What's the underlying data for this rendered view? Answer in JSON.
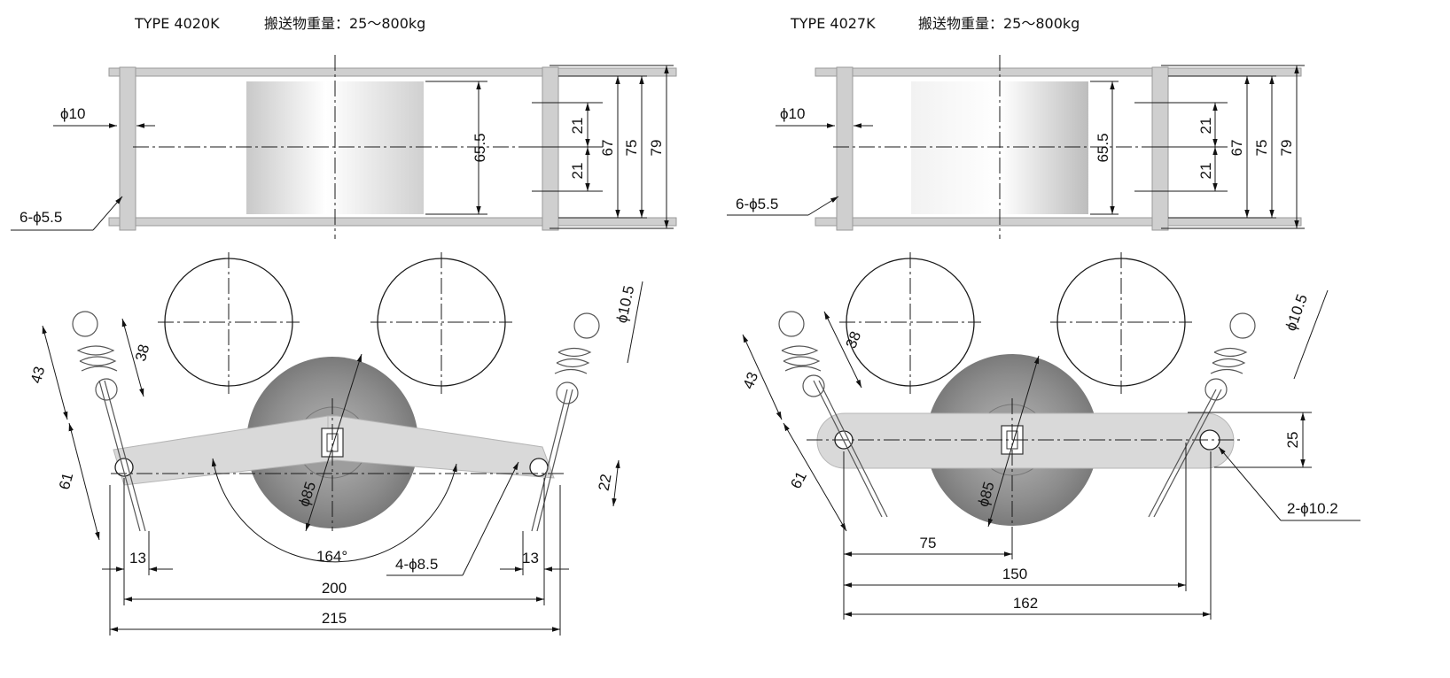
{
  "left": {
    "title_type": "TYPE 4020K",
    "title_load": "搬送物重量：25〜800kg",
    "top": {
      "phi10": "ϕ10",
      "hole6": "6-ϕ5.5",
      "d655": "65.5",
      "d21a": "21",
      "d21b": "21",
      "d67": "67",
      "d75": "75",
      "d79": "79"
    },
    "bottom": {
      "d43": "43",
      "d38": "38",
      "d61": "61",
      "phi105": "ϕ10.5",
      "d22": "22",
      "phi85": "ϕ85",
      "angle": "164°",
      "hole4": "4-ϕ8.5",
      "d13a": "13",
      "d13b": "13",
      "d200": "200",
      "d215": "215"
    }
  },
  "right": {
    "title_type": "TYPE 4027K",
    "title_load": "搬送物重量：25〜800kg",
    "top": {
      "phi10": "ϕ10",
      "hole6": "6-ϕ5.5",
      "d655": "65.5",
      "d21a": "21",
      "d21b": "21",
      "d67": "67",
      "d75": "75",
      "d79": "79"
    },
    "bottom": {
      "d43": "43",
      "d38": "38",
      "d61": "61",
      "phi105": "ϕ10.5",
      "d25": "25",
      "phi85": "ϕ85",
      "hole2": "2-ϕ10.2",
      "d75": "75",
      "d150": "150",
      "d162": "162"
    }
  }
}
